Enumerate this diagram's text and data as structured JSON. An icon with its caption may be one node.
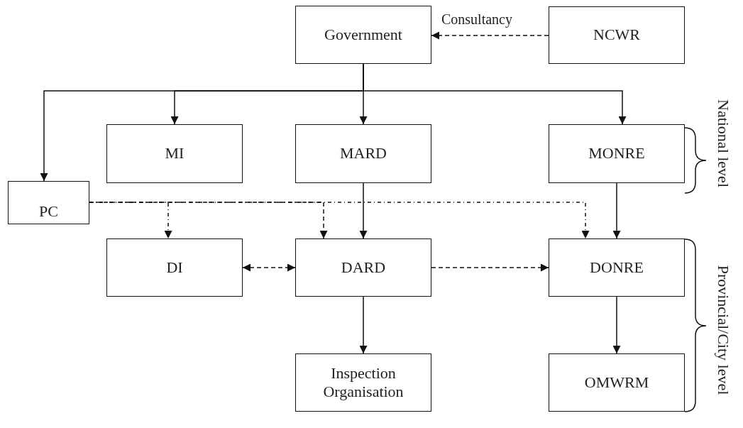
{
  "diagram": {
    "nodes": [
      {
        "text": [
          "Government"
        ]
      },
      {
        "text": [
          "NCWR"
        ]
      },
      {
        "text": [
          "MI"
        ]
      },
      {
        "text": [
          "MARD"
        ]
      },
      {
        "text": [
          "MONRE"
        ]
      },
      {
        "text": [
          "PC"
        ]
      },
      {
        "text": [
          "DI"
        ]
      },
      {
        "text": [
          "DARD"
        ]
      },
      {
        "text": [
          "DONRE"
        ]
      },
      {
        "text": [
          "Inspection Organisation"
        ]
      },
      {
        "text": [
          "OMWRM"
        ]
      }
    ],
    "edges": [
      {
        "from": 1,
        "to": 0,
        "arrow": "to",
        "style": "dashed",
        "label": "Consultancy"
      },
      {
        "from": 0,
        "to": 5,
        "arrow": "to"
      },
      {
        "from": 0,
        "to": 2,
        "arrow": "to"
      },
      {
        "from": 0,
        "to": 3,
        "arrow": "to"
      },
      {
        "from": 0,
        "to": 4,
        "arrow": "to"
      },
      {
        "from": 5,
        "to": 6,
        "arrow": "to",
        "style": "dashed"
      },
      {
        "from": 5,
        "to": 7,
        "arrow": "to",
        "style": "dashed"
      },
      {
        "from": 5,
        "to": 8,
        "arrow": "to",
        "style": "dashed"
      },
      {
        "from": 3,
        "to": 7,
        "arrow": "to"
      },
      {
        "from": 4,
        "to": 8,
        "arrow": "to"
      },
      {
        "from": 6,
        "to": 7,
        "arrow": "both",
        "style": "dashed"
      },
      {
        "from": 7,
        "to": 8,
        "arrow": "to",
        "style": "dashed"
      },
      {
        "from": 7,
        "to": 9,
        "arrow": "to"
      },
      {
        "from": 8,
        "to": 10,
        "arrow": "to"
      }
    ],
    "labels": [
      "National level",
      "Provincial/City level"
    ]
  }
}
